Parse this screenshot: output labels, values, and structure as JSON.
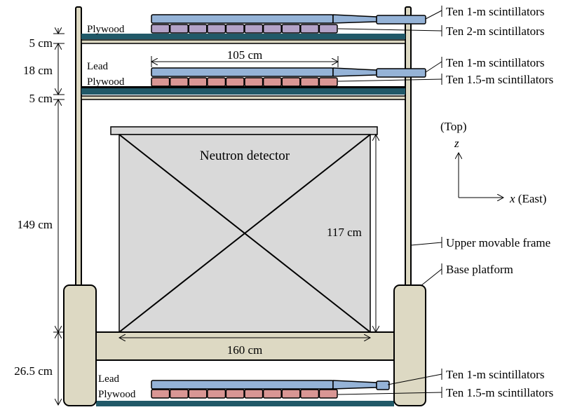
{
  "colors": {
    "blue": "#95b3d7",
    "purple": "#b3a2c7",
    "pink": "#d99694",
    "teal": "#215968",
    "beige": "#ddd9c3",
    "gray": "#d9d9d9"
  },
  "layer_labels": {
    "top_plywood": "Plywood",
    "mid_lead": "Lead",
    "mid_plywood": "Plywood",
    "bot_lead": "Lead",
    "bot_plywood": "Plywood"
  },
  "dimensions": {
    "d5a": "5 cm",
    "d18": "18 cm",
    "d5b": "5 cm",
    "d149": "149 cm",
    "d265": "26.5 cm",
    "d105": "105 cm",
    "d117": "117 cm",
    "d160": "160 cm"
  },
  "detector_label": "Neutron detector",
  "axes": {
    "view": "(Top)",
    "z": "z",
    "x": "x",
    "x_suffix": " (East)"
  },
  "callouts": {
    "c1": "Ten 1-m scintillators",
    "c2": "Ten 2-m scintillators",
    "c3": "Ten 1-m scintillators",
    "c4": "Ten 1.5-m scintillators",
    "c5": "Upper movable frame",
    "c6": "Base platform",
    "c7": "Ten 1-m scintillators",
    "c8": "Ten 1.5-m scintillators"
  }
}
